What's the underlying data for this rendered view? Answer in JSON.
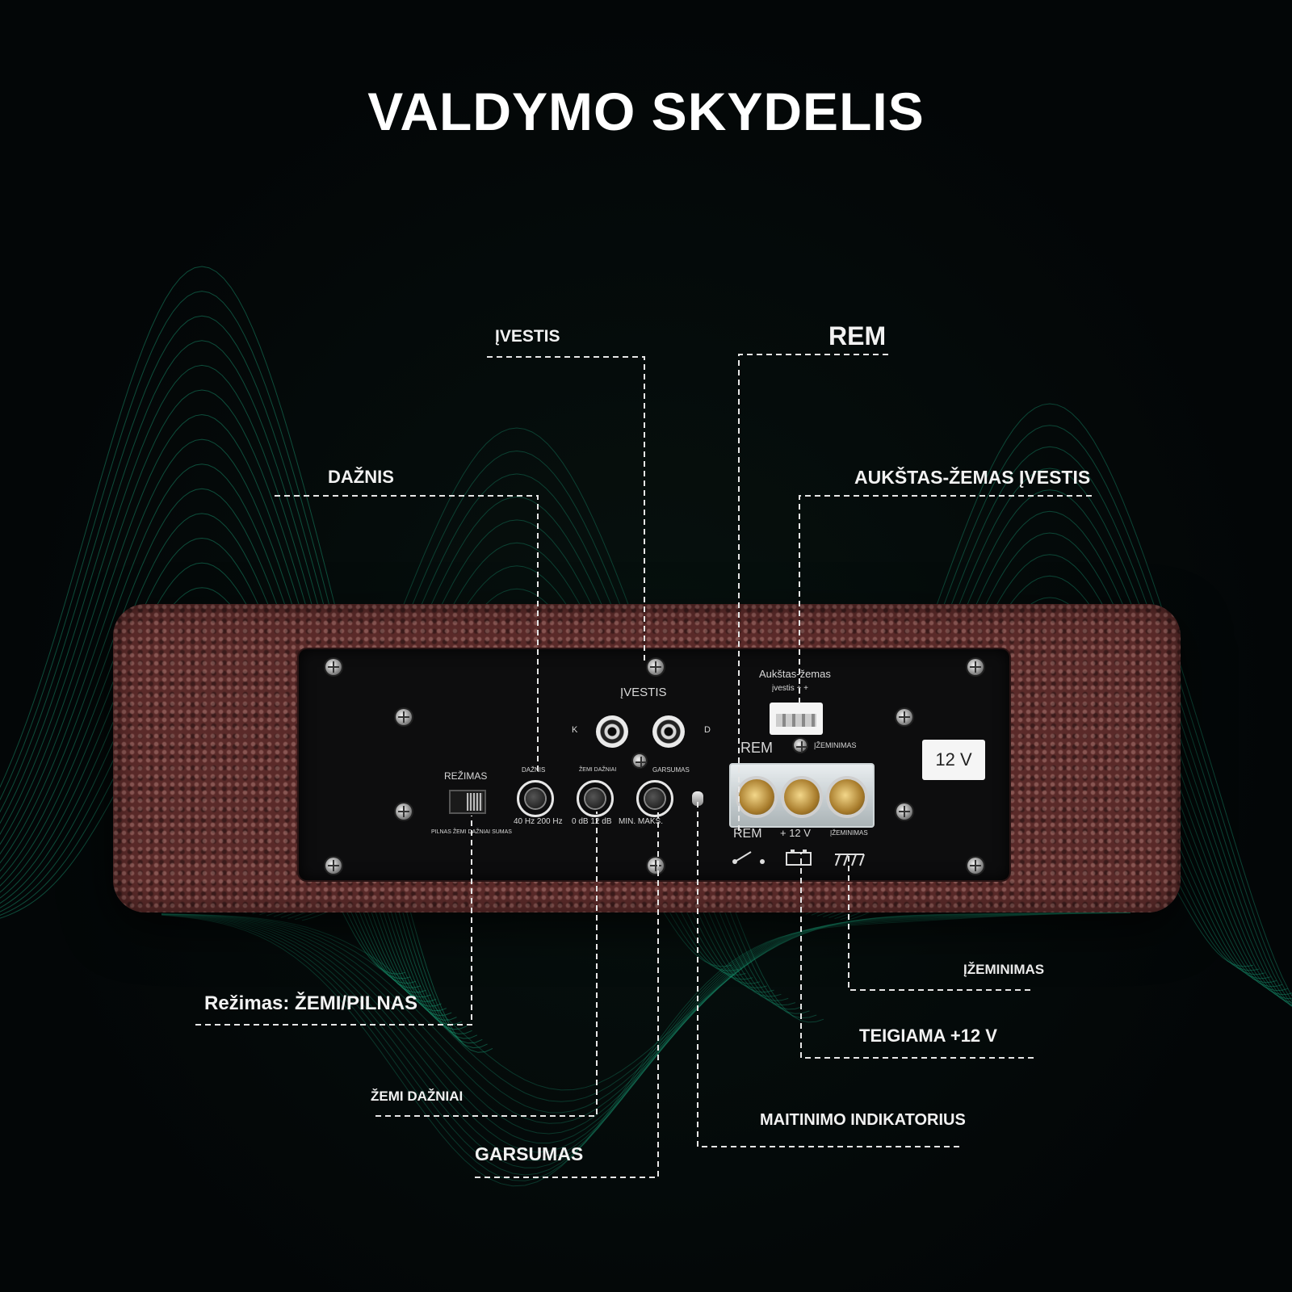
{
  "title": "VALDYMO SKYDELIS",
  "callouts": {
    "ivestis": "ĮVESTIS",
    "rem": "REM",
    "daznis": "DAŽNIS",
    "aukstas_zemas": "AUKŠTAS-ŽEMAS ĮVESTIS",
    "rezimas": "Režimas: ŽEMI/PILNAS",
    "zeminimas": "ĮŽEMINIMAS",
    "teigiama": "TEIGIAMA +12 V",
    "zemi_dazniai": "ŽEMI DAŽNIAI",
    "maitinimo": "MAITINIMO INDIKATORIUS",
    "garsumas": "GARSUMAS"
  },
  "panel": {
    "ivestis": "ĮVESTIS",
    "left": "K",
    "right": "D",
    "rezimas": "REŽIMAS",
    "rezimas_opts": "PILNAS ŽEMI DAŽNIAI SUMAS",
    "knob1": "DAŽNIS",
    "knob2": "ŽEMI DAŽNIAI",
    "knob3": "GARSUMAS",
    "scale1": "40 Hz 200 Hz",
    "scale2": "0 dB 12 dB",
    "scale3": "MIN. MAKS.",
    "hl_line1": "Aukštas-žemas",
    "hl_line2": "įvestis + +",
    "rem_top": "REM",
    "gnd_small": "ĮŽEMINIMAS",
    "rem_bottom": "REM",
    "plus12": "+ 12 V",
    "gnd_term": "ĮŽEMINIMAS",
    "badge": "12 V"
  },
  "colors": {
    "background": "#04080a",
    "wave": "#1aa37a",
    "casing": "#5a2a29",
    "panel": "#0d0d0e",
    "label": "#f2f2f2"
  },
  "icons": [
    "switch-icon",
    "battery-icon",
    "ground-icon"
  ]
}
